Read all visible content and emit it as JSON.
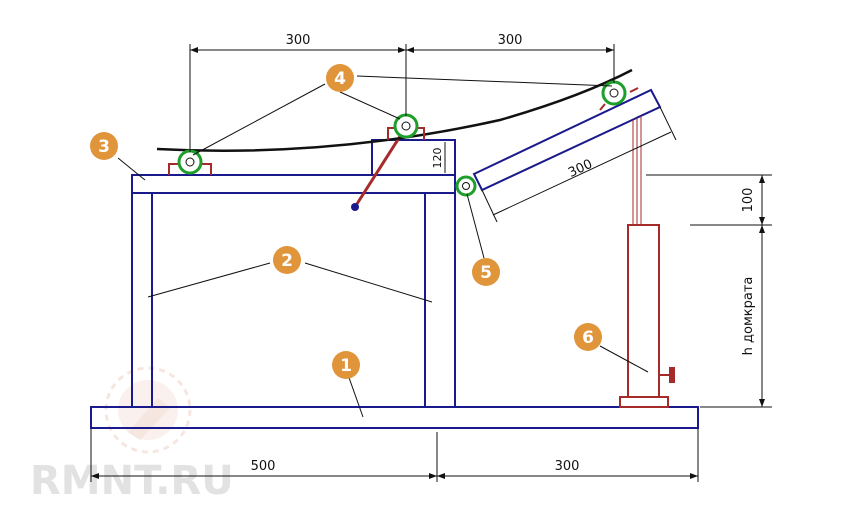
{
  "colors": {
    "frame": "#1a1a8c",
    "jack": "#a52a2a",
    "roller": "#1e9e2a",
    "callout": "#e0953a",
    "dimension": "#111111",
    "watermark": "#e2e2e2"
  },
  "dimensions": {
    "top_left": "300",
    "top_right": "300",
    "incline_length": "300",
    "block_height": "120",
    "vertical_100": "100",
    "jack_height": "h домкрата",
    "bottom_left": "500",
    "bottom_right": "300"
  },
  "callouts": [
    "1",
    "2",
    "3",
    "4",
    "5",
    "6"
  ],
  "watermark": "RMNT.RU",
  "icons": [
    "roller-icon",
    "watermark-logo-icon"
  ]
}
